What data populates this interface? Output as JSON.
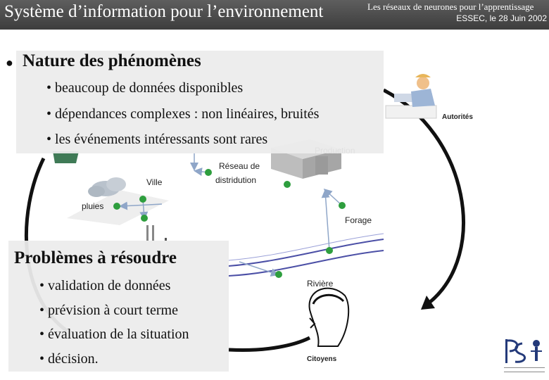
{
  "header": {
    "title": "Système d’information pour l’environnement",
    "subtitle": "Les réseaux de neurones pour l’apprentissage",
    "date": "ESSEC, le 28 Juin 2002"
  },
  "diagram": {
    "labels": {
      "autorites": "Autorités",
      "production": "Production",
      "reseau_line1": "Réseau de",
      "reseau_line2": "distridution",
      "ville": "Ville",
      "pluies": "pluies",
      "forage": "Forage",
      "riviere": "Rivière",
      "citoyens": "Citoyens"
    }
  },
  "top_panel": {
    "heading": "Nature des phénomènes",
    "items": [
      "beaucoup de données disponibles",
      "dépendances complexes :  non linéaires, bruités",
      "les événements intéressants sont rares"
    ]
  },
  "bottom_panel": {
    "heading": "Problèmes à résoudre",
    "items": [
      "validation de données",
      "prévision à court terme",
      "évaluation de la situation",
      "décision."
    ]
  },
  "colors": {
    "header_bg": "#4a4a4a",
    "node_green": "#2e9e3e",
    "arrow_blue": "#8fa6c8",
    "cycle_black": "#111111"
  }
}
